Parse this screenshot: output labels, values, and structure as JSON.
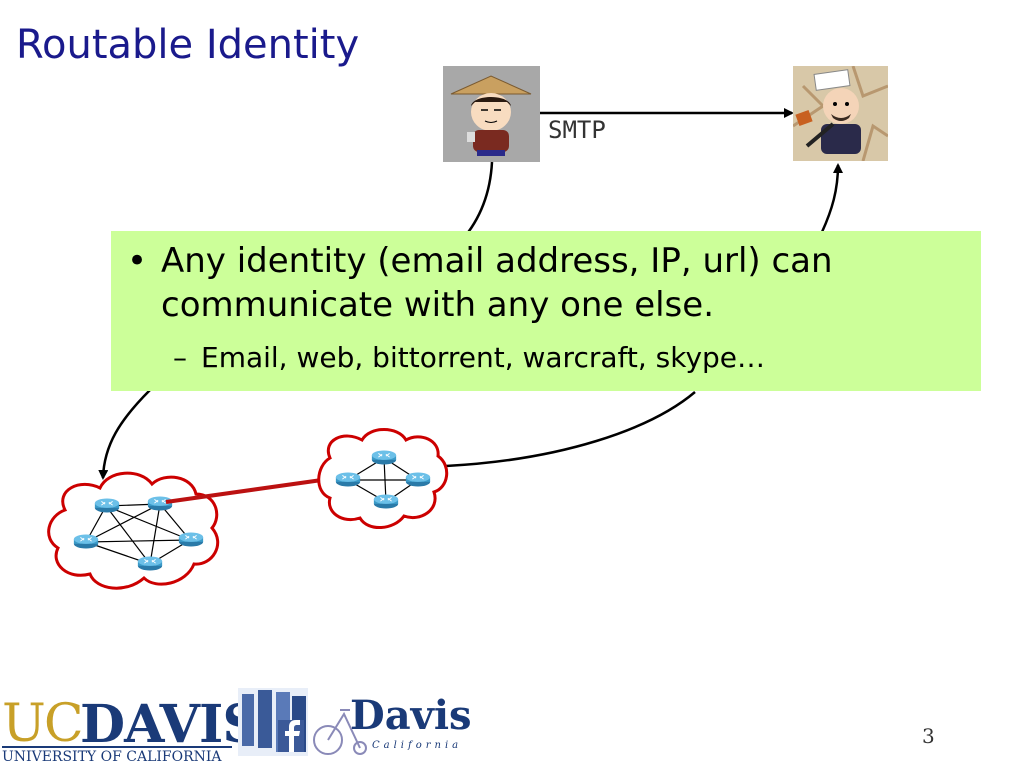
{
  "slide": {
    "title": "Routable Identity",
    "number": "3"
  },
  "diagram": {
    "protocol_label": "SMTP"
  },
  "callout": {
    "bullet_text": "Any identity (email address, IP, url) can communicate with any one else.",
    "sub_bullet_text": "Email, web, bittorrent, warcraft, skype…"
  },
  "logos": {
    "ucdavis_uc": "UC",
    "ucdavis_davis": "DAVIS",
    "ucdavis_subtitle": "UNIVERSITY OF CALIFORNIA",
    "davis_city": "Davis",
    "davis_state": "California"
  },
  "colors": {
    "title": "#1a1a8c",
    "callout_bg": "#ccff99",
    "cloud_outline": "#cc0000",
    "inter_cloud_link": "#bb1111",
    "router": "#3a9ac8"
  }
}
